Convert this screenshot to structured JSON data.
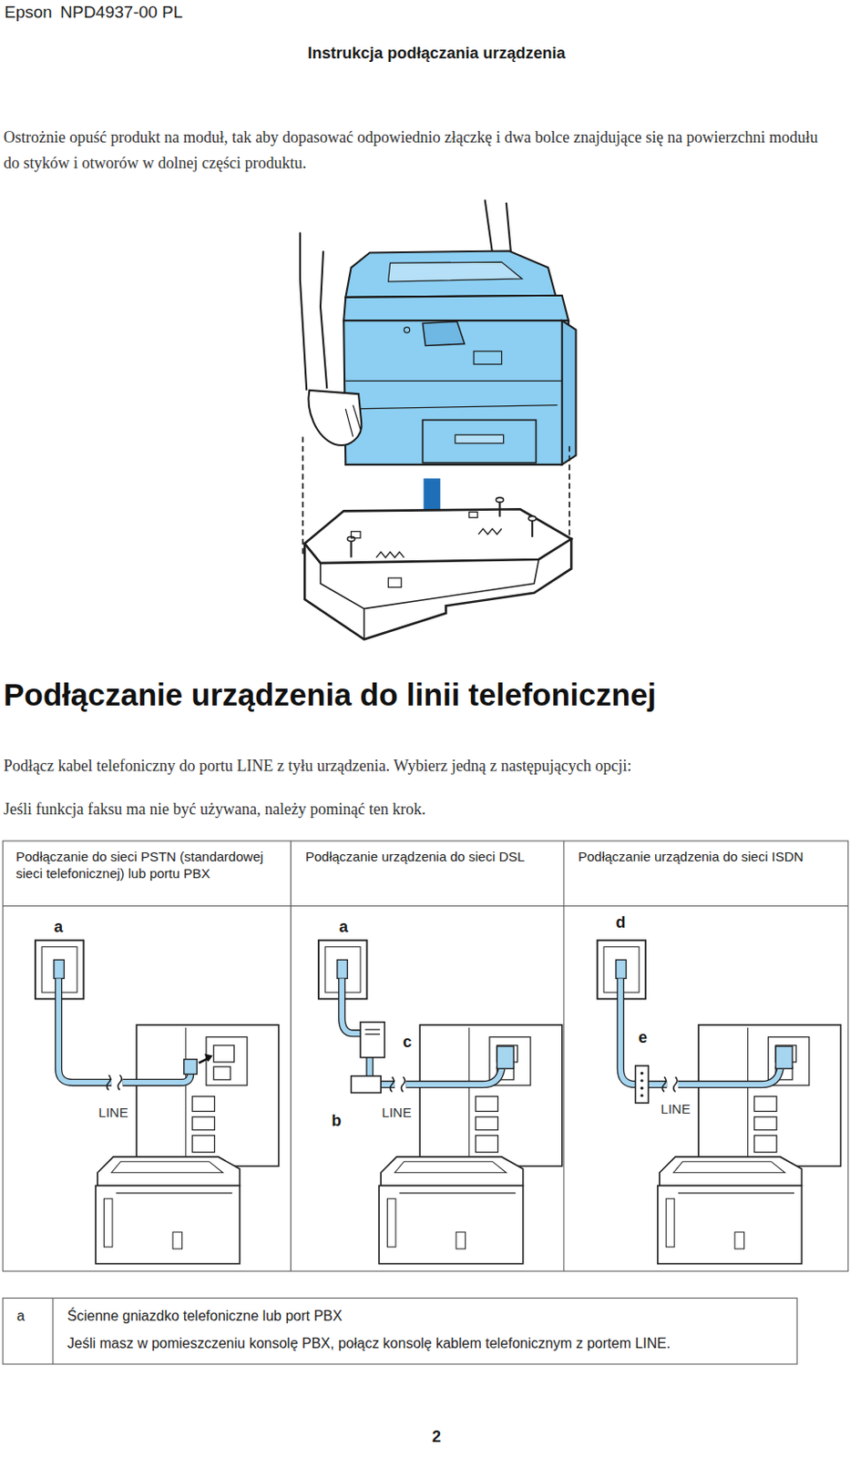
{
  "diagram": {
    "title": "Podłączanie urządzenia do linii telefonicznej",
    "labels": [
      "Epson",
      "NPD4937-00 PL",
      "Instrukcja podłączania urządzenia",
      "Ostrożnie opuść produkt na moduł, tak aby dopasować odpowiednio złączkę i dwa bolce znajdujące się na powierzchni modułu do styków i otworów w dolnej części produktu.",
      "Podłącz kabel telefoniczny do portu LINE z tyłu urządzenia. Wybierz jedną z następujących opcji:",
      "Jeśli funkcja faksu ma nie być używana, należy pominąć ten krok.",
      "Podłączanie do sieci PSTN (standardowej sieci telefonicznej) lub portu PBX",
      "Podłączanie urządzenia do sieci DSL",
      "Podłączanie urządzenia do sieci ISDN",
      "a",
      "LINE",
      "a",
      "c",
      "b",
      "LINE",
      "d",
      "e",
      "LINE",
      "a",
      "Ścienne gniazdko telefoniczne lub port PBX",
      "Jeśli masz w pomieszczeniu konsolę PBX, połącz konsolę kablem telefonicznym z portem LINE.",
      "2"
    ]
  }
}
